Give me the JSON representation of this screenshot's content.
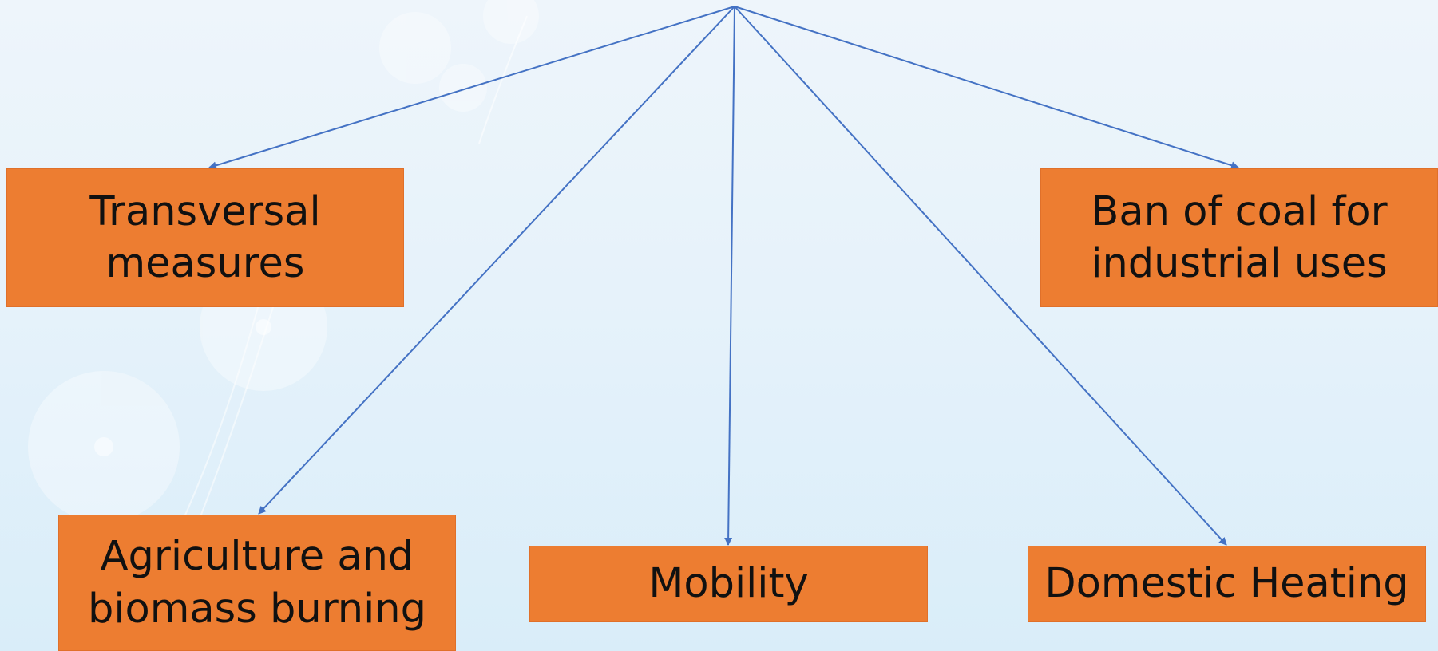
{
  "diagram": {
    "boxes": [
      {
        "id": "transversal",
        "label": "Transversal\nmeasures"
      },
      {
        "id": "coal",
        "label": "Ban of coal for\nindustrial uses"
      },
      {
        "id": "agri",
        "label": "Agriculture and\nbiomass burning"
      },
      {
        "id": "mobility",
        "label": "Mobility"
      },
      {
        "id": "heating",
        "label": "Domestic Heating"
      }
    ],
    "colors": {
      "box_fill": "#ed7d31",
      "box_text": "#111111",
      "arrow": "#4472c4"
    }
  }
}
